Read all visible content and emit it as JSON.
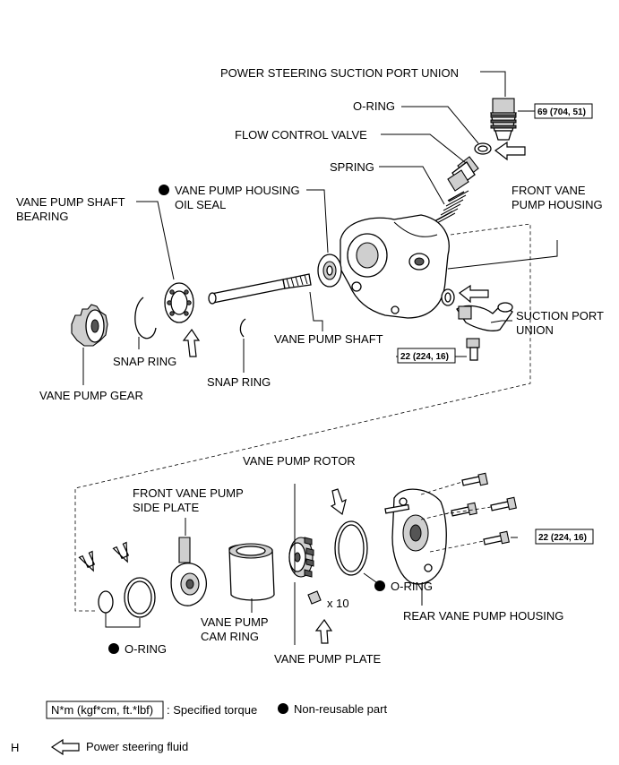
{
  "labels": {
    "suction_port_union_top": "POWER STEERING SUCTION PORT UNION",
    "o_ring_top": "O-RING",
    "flow_control_valve": "FLOW CONTROL VALVE",
    "spring": "SPRING",
    "front_vane_pump_housing_1": "FRONT VANE",
    "front_vane_pump_housing_2": "PUMP HOUSING",
    "vane_pump_shaft_bearing_1": "VANE PUMP SHAFT",
    "vane_pump_shaft_bearing_2": "BEARING",
    "vane_pump_housing_oil_seal_1": "VANE PUMP HOUSING",
    "vane_pump_housing_oil_seal_2": "OIL SEAL",
    "suction_port_union_1": "SUCTION PORT",
    "suction_port_union_2": "UNION",
    "vane_pump_shaft": "VANE PUMP SHAFT",
    "snap_ring_left": "SNAP RING",
    "snap_ring_right": "SNAP RING",
    "vane_pump_gear": "VANE PUMP GEAR",
    "vane_pump_rotor": "VANE PUMP ROTOR",
    "front_vane_pump_side_plate_1": "FRONT VANE PUMP",
    "front_vane_pump_side_plate_2": "SIDE PLATE",
    "o_ring_right": "O-RING",
    "rear_vane_pump_housing": "REAR VANE PUMP HOUSING",
    "times_ten": "x 10",
    "vane_pump_cam_ring_1": "VANE PUMP",
    "vane_pump_cam_ring_2": "CAM RING",
    "o_ring_bottom": "O-RING",
    "vane_pump_plate": "VANE PUMP PLATE"
  },
  "torques": {
    "suction_port_union_top": "69 (704, 51)",
    "suction_port_union_bolt": "22 (224, 16)",
    "rear_housing_bolt": "22 (224, 16)"
  },
  "legend": {
    "torque_box": "N*m (kgf*cm, ft.*lbf)",
    "torque_text": ": Specified torque",
    "non_reusable": "Non-reusable part",
    "fluid": "Power steering fluid",
    "corner_letter": "H"
  }
}
